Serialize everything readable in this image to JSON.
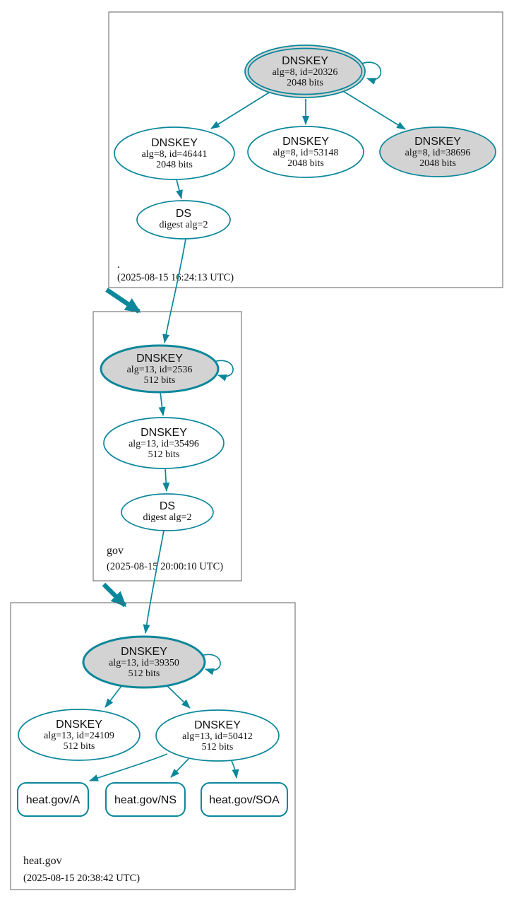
{
  "colors": {
    "secure_teal": "#0a879a",
    "ksk_fill": "#d3d3d3",
    "zone_border": "#606060"
  },
  "zones": [
    {
      "label": ".",
      "timestamp": "(2025-08-15 16:24:13 UTC)",
      "nodes": [
        {
          "title": "DNSKEY",
          "line2": "alg=8, id=20326",
          "line3": "2048 bits"
        },
        {
          "title": "DNSKEY",
          "line2": "alg=8, id=46441",
          "line3": "2048 bits"
        },
        {
          "title": "DNSKEY",
          "line2": "alg=8, id=53148",
          "line3": "2048 bits"
        },
        {
          "title": "DNSKEY",
          "line2": "alg=8, id=38696",
          "line3": "2048 bits"
        },
        {
          "title": "DS",
          "line2": "digest alg=2"
        }
      ]
    },
    {
      "label": "gov",
      "timestamp": "(2025-08-15 20:00:10 UTC)",
      "nodes": [
        {
          "title": "DNSKEY",
          "line2": "alg=13, id=2536",
          "line3": "512 bits"
        },
        {
          "title": "DNSKEY",
          "line2": "alg=13, id=35496",
          "line3": "512 bits"
        },
        {
          "title": "DS",
          "line2": "digest alg=2"
        }
      ]
    },
    {
      "label": "heat.gov",
      "timestamp": "(2025-08-15 20:38:42 UTC)",
      "nodes": [
        {
          "title": "DNSKEY",
          "line2": "alg=13, id=39350",
          "line3": "512 bits"
        },
        {
          "title": "DNSKEY",
          "line2": "alg=13, id=24109",
          "line3": "512 bits"
        },
        {
          "title": "DNSKEY",
          "line2": "alg=13, id=50412",
          "line3": "512 bits"
        },
        {
          "title": "heat.gov/A"
        },
        {
          "title": "heat.gov/NS"
        },
        {
          "title": "heat.gov/SOA"
        }
      ]
    }
  ]
}
